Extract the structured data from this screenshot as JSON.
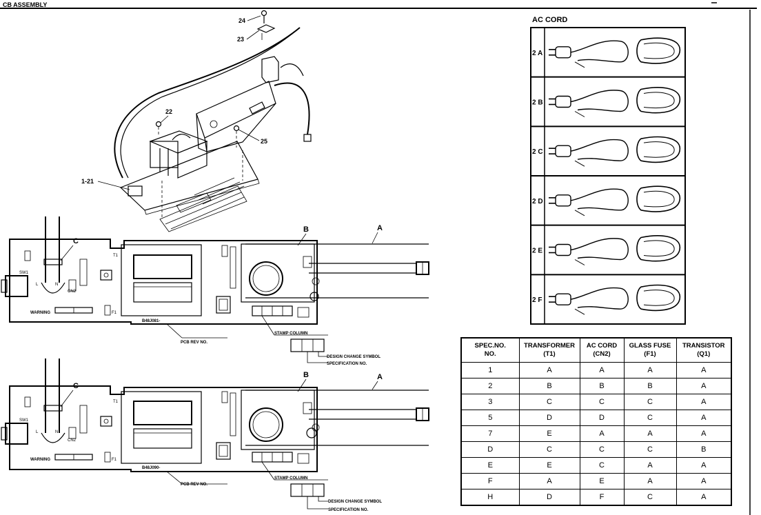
{
  "header": {
    "title": "CB ASSEMBLY"
  },
  "exploded_view": {
    "callouts": [
      "24",
      "23",
      "22",
      "25",
      "1-21"
    ]
  },
  "pcb_views": [
    {
      "labels": {
        "a": "A",
        "b": "B",
        "c": "C"
      },
      "board_code": "B48J081-",
      "pcb_rev": "PCB REV NO.",
      "stamp_column": "STAMP COLUMN",
      "design_change": "DESIGN CHANGE SYMBOL",
      "spec_no": "SPECIFICATION NO.",
      "warning": "WARNING",
      "silk": {
        "sw": "SW1",
        "t1": "T1",
        "f1": "F1",
        "cn2": "CN2",
        "n": "N",
        "l": "L"
      }
    },
    {
      "labels": {
        "a": "A",
        "b": "B",
        "c": "C"
      },
      "board_code": "B48J090-",
      "pcb_rev": "PCB REV NO.",
      "stamp_column": "STAMP COLUMN",
      "design_change": "DESIGN CHANGE SYMBOL",
      "spec_no": "SPECIFICATION NO.",
      "warning": "WARNING",
      "silk": {
        "sw": "SW1",
        "t1": "T1",
        "f1": "F1",
        "cn2": "CN2",
        "n": "N",
        "l": "L"
      }
    }
  ],
  "ac_cord": {
    "title": "AC CORD",
    "rows": [
      "2 A",
      "2 B",
      "2 C",
      "2 D",
      "2 E",
      "2 F"
    ]
  },
  "spec_table": {
    "headers": [
      [
        "SPEC.NO.",
        "NO."
      ],
      [
        "TRANSFORMER",
        "(T1)"
      ],
      [
        "AC CORD",
        "(CN2)"
      ],
      [
        "GLASS FUSE",
        "(F1)"
      ],
      [
        "TRANSISTOR",
        "(Q1)"
      ]
    ],
    "rows": [
      [
        "1",
        "A",
        "A",
        "A",
        "A"
      ],
      [
        "2",
        "B",
        "B",
        "B",
        "A"
      ],
      [
        "3",
        "C",
        "C",
        "C",
        "A"
      ],
      [
        "5",
        "D",
        "D",
        "C",
        "A"
      ],
      [
        "7",
        "E",
        "A",
        "A",
        "A"
      ],
      [
        "D",
        "C",
        "C",
        "C",
        "B"
      ],
      [
        "E",
        "E",
        "C",
        "A",
        "A"
      ],
      [
        "F",
        "A",
        "E",
        "A",
        "A"
      ],
      [
        "H",
        "D",
        "F",
        "C",
        "A"
      ]
    ]
  }
}
